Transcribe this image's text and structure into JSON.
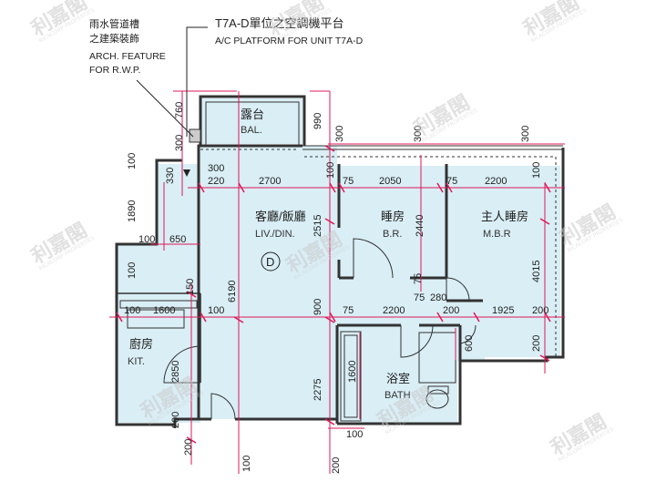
{
  "notes": {
    "rwp_cn_1": "雨水管道槽",
    "rwp_cn_2": "之建築裝飾",
    "rwp_en_1": "ARCH. FEATURE",
    "rwp_en_2": "FOR R.W.P.",
    "ac_cn": "T7A-D單位之空調機平台",
    "ac_en": "A/C PLATFORM FOR UNIT T7A-D"
  },
  "rooms": {
    "balcony": {
      "cn": "露台",
      "en": "BAL."
    },
    "living": {
      "cn": "客廳/飯廳",
      "en": "LIV./DIN."
    },
    "bedroom": {
      "cn": "睡房",
      "en": "B.R."
    },
    "master": {
      "cn": "主人睡房",
      "en": "M.B.R"
    },
    "kitchen": {
      "cn": "廚房",
      "en": "KIT."
    },
    "bath": {
      "cn": "浴室",
      "en": "BATH"
    }
  },
  "unit_marker": "D",
  "watermark": {
    "text": "利嘉閣",
    "sub": "RICACORP PROPERTIES"
  },
  "dimensions": {
    "d760": "760",
    "d990": "990",
    "d300a": "300",
    "d300b": "300",
    "d300c": "300",
    "d300d": "300",
    "d300e": "300",
    "d100a": "100",
    "d100b": "100",
    "d100c": "100",
    "d330": "330",
    "d220": "220",
    "d2700": "2700",
    "d2050": "2050",
    "d75a": "75",
    "d75b": "75",
    "d2200a": "2200",
    "d1890": "1890",
    "d2515": "2515",
    "d2440": "2440",
    "d4015": "4015",
    "d650": "650",
    "d100d": "100",
    "d100e": "100",
    "d150": "150",
    "d6190": "6190",
    "d75c": "75",
    "d280": "280",
    "d75d": "75",
    "d900": "900",
    "d1600a": "1600",
    "d100f": "100",
    "d100g": "100",
    "d2200b": "2200",
    "d200a": "200",
    "d1925": "1925",
    "d200b": "200",
    "d75e": "75",
    "d600": "600",
    "d200c": "200",
    "d2850": "2850",
    "d1600b": "1600",
    "d2275": "2275",
    "d200d": "200",
    "d100h": "100",
    "d200e": "200",
    "d100i": "100",
    "d200f": "200"
  },
  "colors": {
    "floor": "#d9eef5",
    "wall": "#333333",
    "dim_line": "#e0185a",
    "watermark": "#c9c9c9"
  }
}
